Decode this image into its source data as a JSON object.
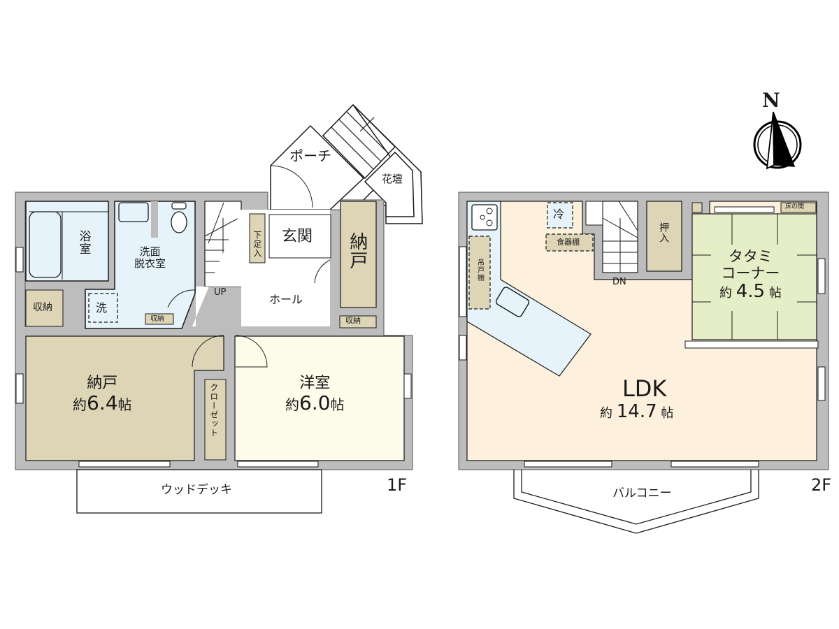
{
  "colors": {
    "wall": "#bdbdbd",
    "storage": "#ddd5b6",
    "wet_area": "#e6f3fb",
    "western_room": "#fdfbea",
    "ldk": "#fdf0dc",
    "tatami": "#e6eec7",
    "line": "#1a1a1a"
  },
  "compass": {
    "label": "N"
  },
  "floor1": {
    "label": "1F",
    "rooms": {
      "porch": "ポーチ",
      "flowerbed": "花壇",
      "entrance": "玄関",
      "shoe_storage": "下足入",
      "storeroom_small": "納戸",
      "hall": "ホール",
      "stairs_up": "UP",
      "bath": "浴室",
      "washroom": "洗面脱衣室",
      "washroom_l1": "洗面",
      "washroom_l2": "脱衣室",
      "washer": "洗",
      "storage_wash": "収納",
      "storage_left": "収納",
      "storage_hall": "収納",
      "storeroom_main": {
        "name": "納戸",
        "prefix": "約",
        "size": "6.4",
        "unit": "帖"
      },
      "closet": "クローゼット",
      "western": {
        "name": "洋室",
        "prefix": "約",
        "size": "6.0",
        "unit": "帖"
      },
      "wood_deck": "ウッドデッキ"
    }
  },
  "floor2": {
    "label": "2F",
    "rooms": {
      "fridge": "冷",
      "cupboard": "食器棚",
      "hanging_cabinet": "吊戸棚",
      "stairs_down": "DN",
      "closet": "押入",
      "alcove": "床の間",
      "tatami": {
        "name_l1": "タタミ",
        "name_l2": "コーナー",
        "prefix": "約",
        "size": "4.5",
        "unit": "帖"
      },
      "ldk": {
        "name": "LDK",
        "prefix": "約",
        "size": "14.7",
        "unit": "帖"
      },
      "balcony": "バルコニー"
    }
  }
}
